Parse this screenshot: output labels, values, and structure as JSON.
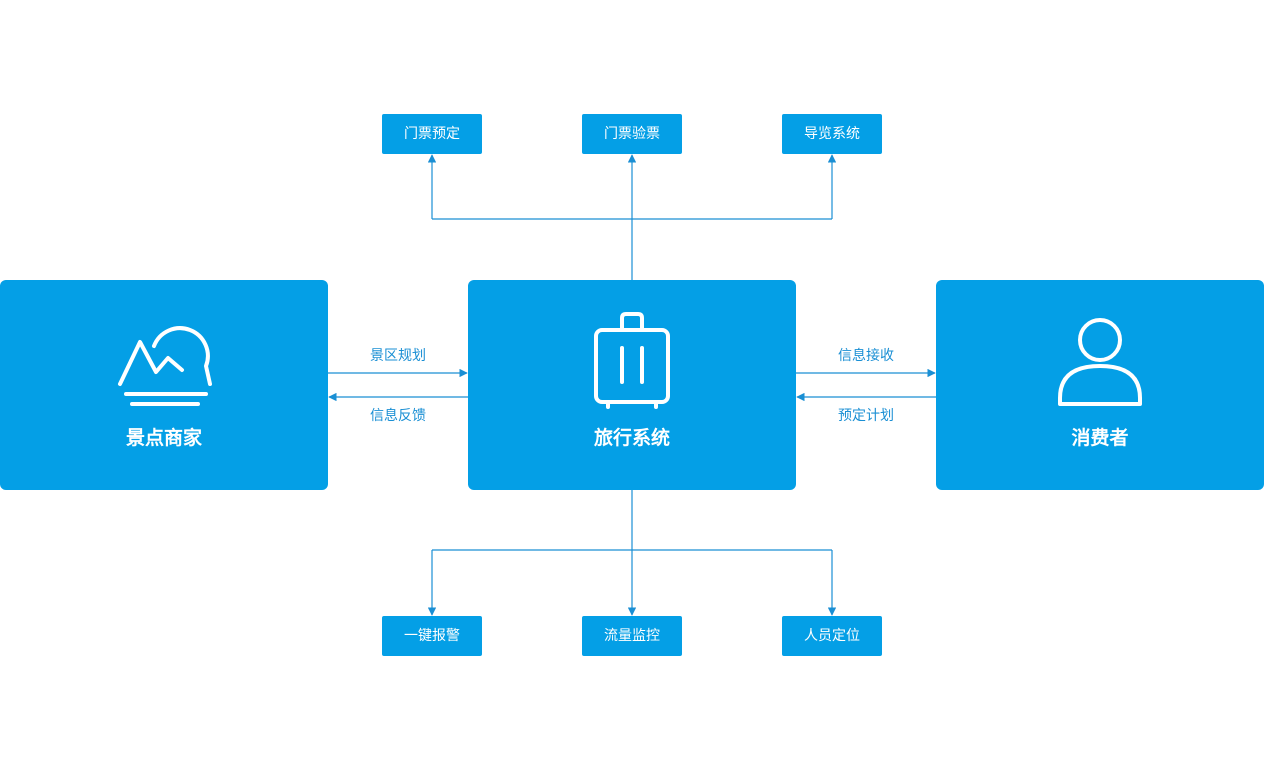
{
  "nodes": {
    "merchant": {
      "label": "景点商家",
      "icon": "mountain-sun-icon"
    },
    "system": {
      "label": "旅行系统",
      "icon": "luggage-icon"
    },
    "consumer": {
      "label": "消费者",
      "icon": "user-icon"
    }
  },
  "top_modules": [
    "门票预定",
    "门票验票",
    "导览系统"
  ],
  "bottom_modules": [
    "一键报警",
    "流量监控",
    "人员定位"
  ],
  "flows": {
    "merchant_to_system": "景区规划",
    "system_to_merchant": "信息反馈",
    "system_to_consumer": "信息接收",
    "consumer_to_system": "预定计划"
  },
  "colors": {
    "box": "#049fe6",
    "line": "#1a8fd4",
    "text_on_box": "#ffffff"
  }
}
